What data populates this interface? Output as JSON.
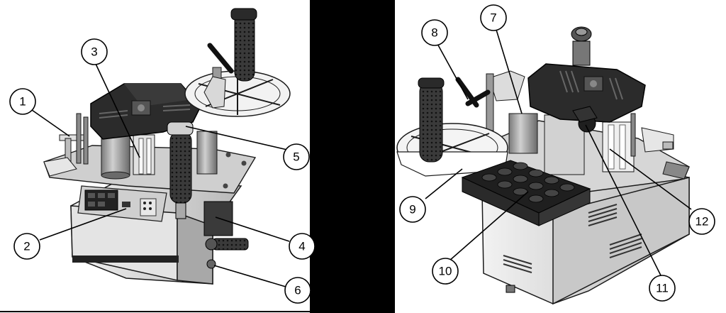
{
  "figure": {
    "left_view": {
      "callouts": [
        "1",
        "2",
        "3",
        "4",
        "5",
        "6"
      ]
    },
    "right_view": {
      "callouts": [
        "7",
        "8",
        "9",
        "10",
        "11",
        "12"
      ]
    }
  },
  "colors": {
    "background": "#ffffff",
    "divider": "#000000",
    "machine_body": "#d9d9d9",
    "machine_dark": "#2b2b2b",
    "outline": "#1a1a1a"
  }
}
